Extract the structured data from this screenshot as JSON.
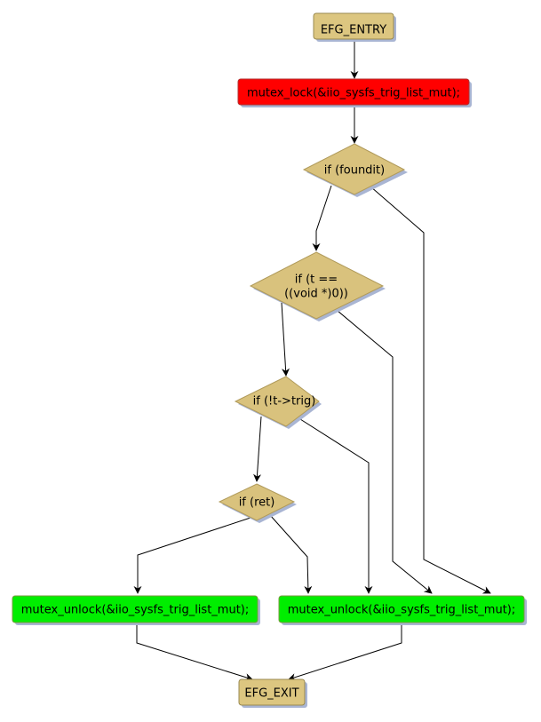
{
  "diagram": {
    "type": "control-flow-graph",
    "colors": {
      "entry_exit_fill": "#dcc680",
      "decision_fill": "#d9c27d",
      "lock_fill": "#ff0000",
      "unlock_fill": "#00ee00",
      "border": "#9a8a50",
      "shadow": "#a9b5d3",
      "edge": "#000000"
    },
    "nodes": {
      "entry": {
        "label": "EFG_ENTRY",
        "shape": "rounded-rect",
        "role": "entry"
      },
      "lock": {
        "label": "mutex_lock(&iio_sysfs_trig_list_mut);",
        "shape": "rounded-rect",
        "role": "lock"
      },
      "if_foundit": {
        "label": "if (foundit)",
        "shape": "diamond",
        "role": "decision"
      },
      "if_t_null": {
        "label_line1": "if (t ==",
        "label_line2": "((void *)0))",
        "shape": "diamond",
        "role": "decision"
      },
      "if_trig": {
        "label": "if (!t->trig)",
        "shape": "diamond",
        "role": "decision"
      },
      "if_ret": {
        "label": "if (ret)",
        "shape": "diamond",
        "role": "decision"
      },
      "unlock_left": {
        "label": "mutex_unlock(&iio_sysfs_trig_list_mut);",
        "shape": "rounded-rect",
        "role": "unlock"
      },
      "unlock_right": {
        "label": "mutex_unlock(&iio_sysfs_trig_list_mut);",
        "shape": "rounded-rect",
        "role": "unlock"
      },
      "exit": {
        "label": "EFG_EXIT",
        "shape": "rounded-rect",
        "role": "exit"
      }
    },
    "edges": [
      {
        "from": "entry",
        "to": "lock"
      },
      {
        "from": "lock",
        "to": "if_foundit"
      },
      {
        "from": "if_foundit",
        "to": "if_t_null"
      },
      {
        "from": "if_foundit",
        "to": "unlock_right"
      },
      {
        "from": "if_t_null",
        "to": "if_trig"
      },
      {
        "from": "if_t_null",
        "to": "unlock_right"
      },
      {
        "from": "if_trig",
        "to": "if_ret"
      },
      {
        "from": "if_trig",
        "to": "unlock_right"
      },
      {
        "from": "if_ret",
        "to": "unlock_left"
      },
      {
        "from": "if_ret",
        "to": "unlock_right"
      },
      {
        "from": "unlock_left",
        "to": "exit"
      },
      {
        "from": "unlock_right",
        "to": "exit"
      }
    ]
  }
}
